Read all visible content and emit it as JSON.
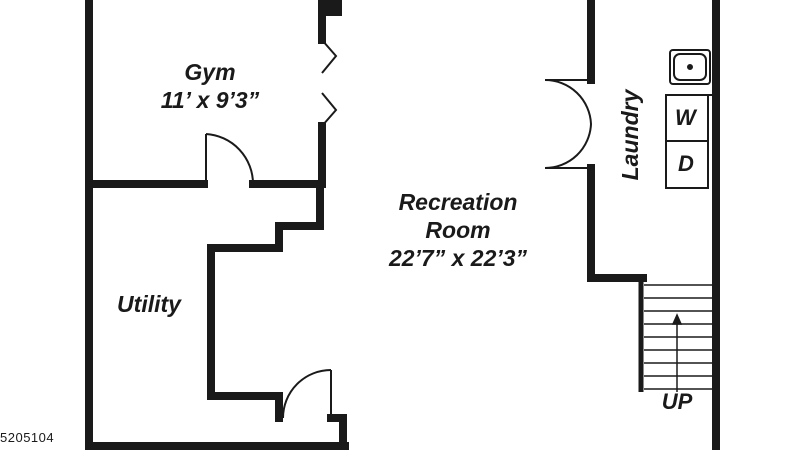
{
  "rooms": {
    "gym": {
      "name": "Gym",
      "dimensions": "11’ x 9’3”"
    },
    "recreation": {
      "name_line1": "Recreation",
      "name_line2": "Room",
      "dimensions": "22’7” x 22’3”"
    },
    "utility": {
      "name": "Utility"
    },
    "laundry": {
      "name": "Laundry"
    }
  },
  "appliances": {
    "washer": "W",
    "dryer": "D"
  },
  "stairs": {
    "label": "UP"
  },
  "listing_id": "5205104",
  "colors": {
    "wall": "#1a1a1a",
    "background": "#ffffff",
    "line": "#222222"
  }
}
